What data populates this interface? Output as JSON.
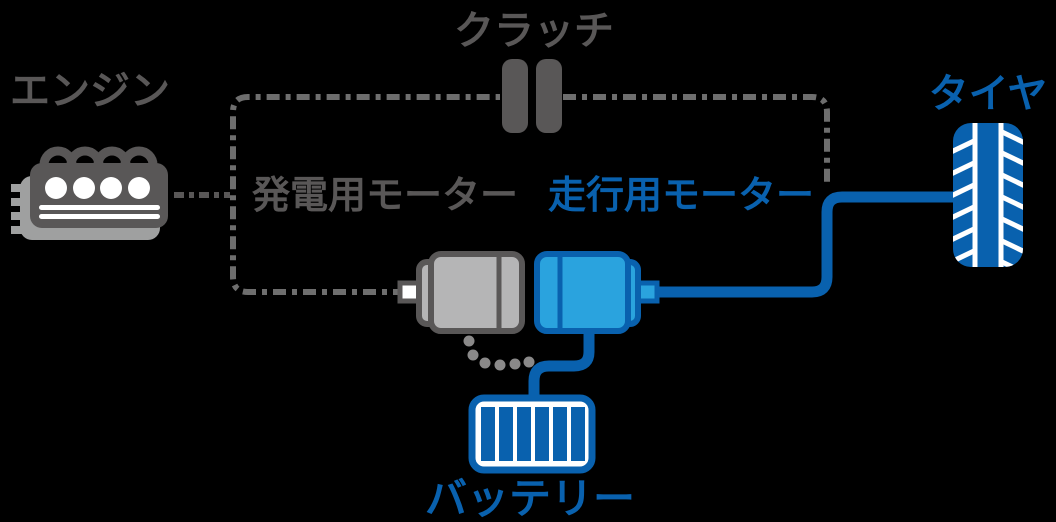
{
  "diagram": {
    "background": "#000000",
    "nodes": {
      "engine": {
        "label": "エンジン",
        "color": "#595757",
        "icon": "engine-icon"
      },
      "clutch": {
        "label": "クラッチ",
        "color": "#595757",
        "icon": "clutch-icon"
      },
      "generator_motor": {
        "label": "発電用モーター",
        "color": "#595757",
        "icon": "generator-motor-icon"
      },
      "drive_motor": {
        "label": "走行用モーター",
        "color": "#0961ae",
        "icon": "drive-motor-icon"
      },
      "tire": {
        "label": "タイヤ",
        "color": "#0961ae",
        "icon": "tire-icon"
      },
      "battery": {
        "label": "バッテリー",
        "color": "#0961ae",
        "icon": "battery-icon"
      }
    },
    "connections": [
      {
        "from": "engine",
        "to": "system_boundary",
        "style": "dashed-gray"
      },
      {
        "from": "system_boundary",
        "to": "generator_motor",
        "style": "dashed-gray"
      },
      {
        "from": "clutch",
        "to": "system_boundary_top",
        "style": "dashed-gray"
      },
      {
        "from": "drive_motor",
        "to": "tire",
        "style": "solid-blue"
      },
      {
        "from": "drive_motor",
        "to": "battery",
        "style": "solid-blue"
      },
      {
        "from": "generator_motor",
        "to": "battery_wire",
        "style": "dotted-gray"
      }
    ]
  },
  "colors": {
    "blue": "#0961ae",
    "light_blue": "#2aa3de",
    "dark_gray": "#595757",
    "boundary_gray": "#6e6e6e",
    "dot_gray": "#8a8989",
    "motor_gray": "#b5b5b6",
    "shadow_gray": "#9fa0a0",
    "white": "#ffffff",
    "background": "#000000"
  }
}
